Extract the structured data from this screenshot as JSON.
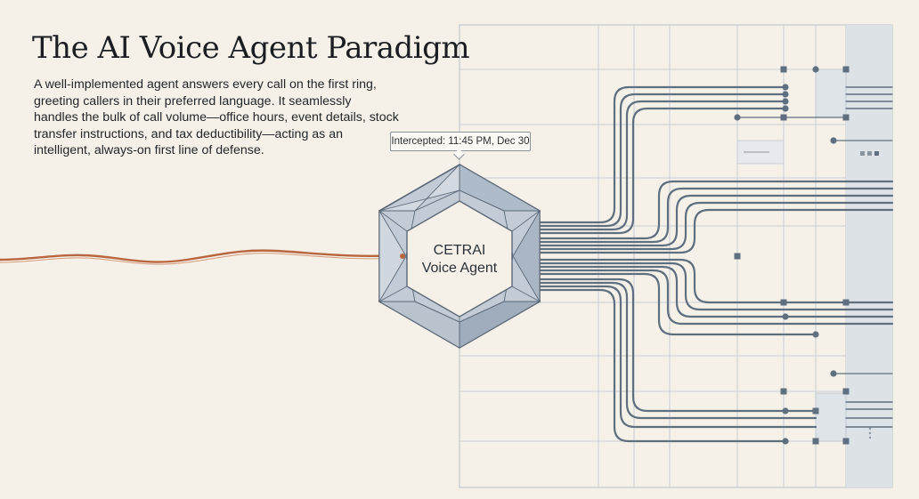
{
  "header": {
    "title": "The AI Voice Agent Paradigm",
    "description": "A well-implemented agent answers every call on the first ring, greeting callers in their preferred language. It seamlessly handles the bulk of call volume—office hours, event details, stock transfer instructions, and tax deductibility—acting as an intelligent, always-on first line of defense."
  },
  "callout": {
    "text": "Intercepted: 11:45 PM, Dec 30"
  },
  "agent": {
    "line1": "CETRAI",
    "line2": "Voice Agent"
  },
  "colors": {
    "background": "#f5f1e8",
    "incoming_wire": "#b8663f",
    "route_lines": "#5f6f80",
    "hexagon_fill": "#c9d2dc",
    "grid": "#c5cbd1",
    "panel": "#dde2e7"
  }
}
